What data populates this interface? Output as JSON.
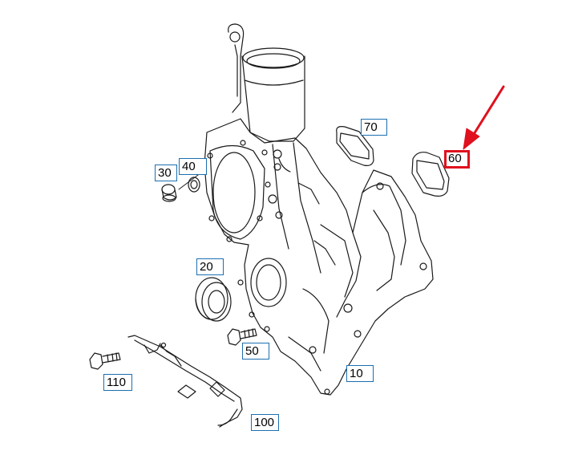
{
  "diagram": {
    "callouts": [
      {
        "id": "10",
        "text": "10"
      },
      {
        "id": "20",
        "text": "20"
      },
      {
        "id": "30",
        "text": "30"
      },
      {
        "id": "40",
        "text": "40"
      },
      {
        "id": "50",
        "text": "50"
      },
      {
        "id": "60",
        "text": "60",
        "highlighted": true
      },
      {
        "id": "70",
        "text": "70"
      },
      {
        "id": "100",
        "text": "100"
      },
      {
        "id": "110",
        "text": "110"
      }
    ],
    "colors": {
      "line": "#1a1a1a",
      "label_border": "#1d6fb0",
      "highlight": "#e0101e"
    }
  }
}
